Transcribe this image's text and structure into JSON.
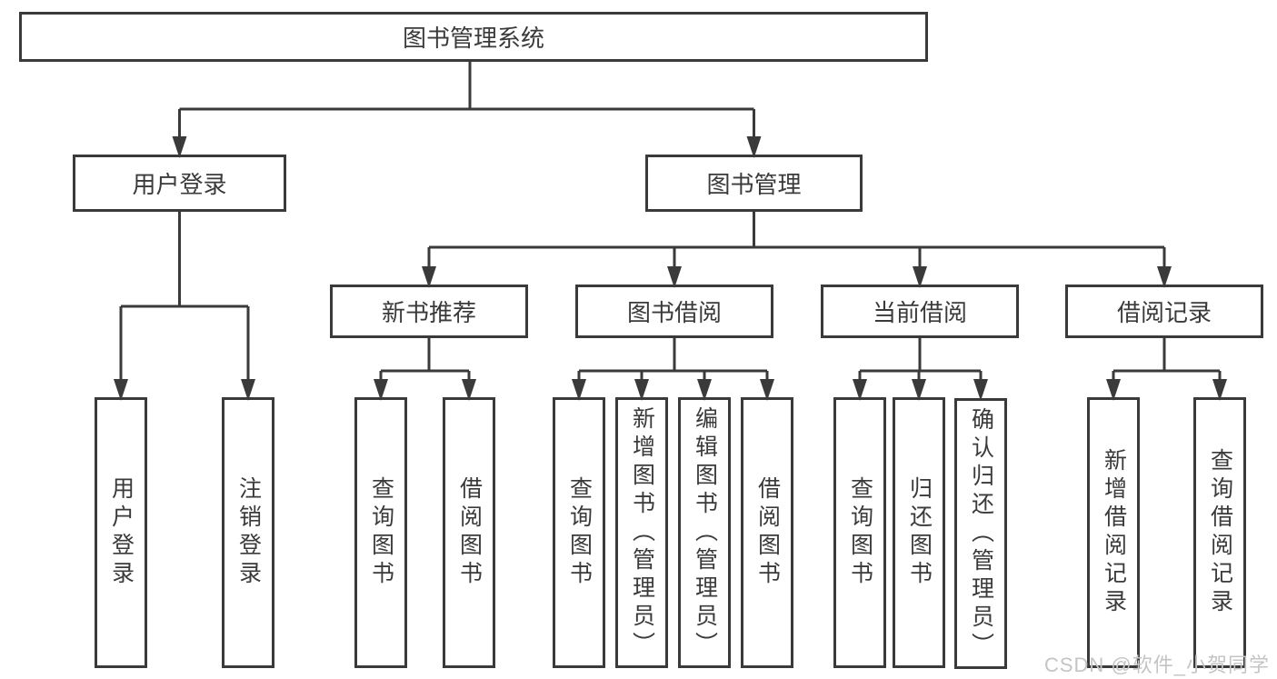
{
  "tree": {
    "root": {
      "label": "图书管理系统"
    },
    "branches": [
      {
        "label": "用户登录",
        "children": [
          {
            "label": "用户登录"
          },
          {
            "label": "注销登录"
          }
        ]
      },
      {
        "label": "图书管理",
        "children": [
          {
            "label": "新书推荐",
            "children": [
              {
                "label": "查询图书"
              },
              {
                "label": "借阅图书"
              }
            ]
          },
          {
            "label": "图书借阅",
            "children": [
              {
                "label": "查询图书"
              },
              {
                "label": "新增图书（管理员）"
              },
              {
                "label": "编辑图书（管理员）"
              },
              {
                "label": "借阅图书"
              }
            ]
          },
          {
            "label": "当前借阅",
            "children": [
              {
                "label": "查询图书"
              },
              {
                "label": "归还图书"
              },
              {
                "label": "确认归还（管理员）"
              }
            ]
          },
          {
            "label": "借阅记录",
            "children": [
              {
                "label": "新增借阅记录"
              },
              {
                "label": "查询借阅记录"
              }
            ]
          }
        ]
      }
    ]
  },
  "watermark": "CSDN @软件_小贺同学",
  "colors": {
    "line": "#3a3a3a",
    "text": "#3a3a3a",
    "watermark": "#c4c4c4",
    "background": "#ffffff"
  }
}
